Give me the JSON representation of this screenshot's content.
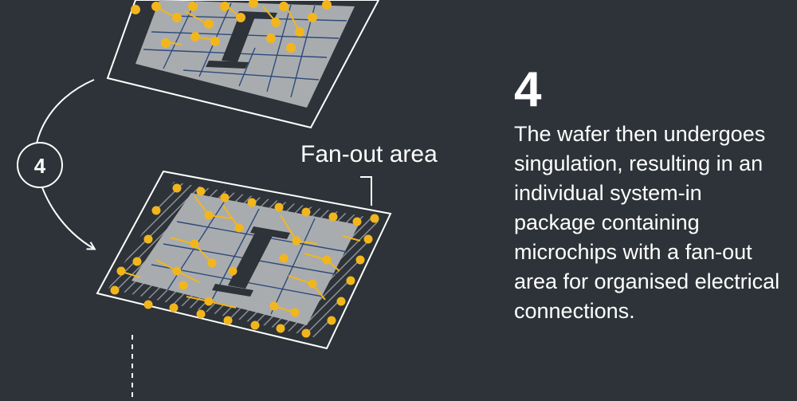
{
  "step": {
    "number": "4",
    "badge_label": "4",
    "description": "The wafer then undergoes singulation, resulting in an individual system-in package containing microchips with a fan-out area for organised electrical connections."
  },
  "labels": {
    "fan_out_area": "Fan-out area"
  },
  "colors": {
    "background": "#2d3338",
    "die": "#a9acaf",
    "die_lines": "#2d4a7a",
    "pads": "#f2b61c",
    "outline": "#ffffff",
    "dark": "#2d3338"
  },
  "icons": {
    "step_badge": "circle-number-icon",
    "arrow": "curved-arrow-icon",
    "leader": "leader-line-icon"
  }
}
